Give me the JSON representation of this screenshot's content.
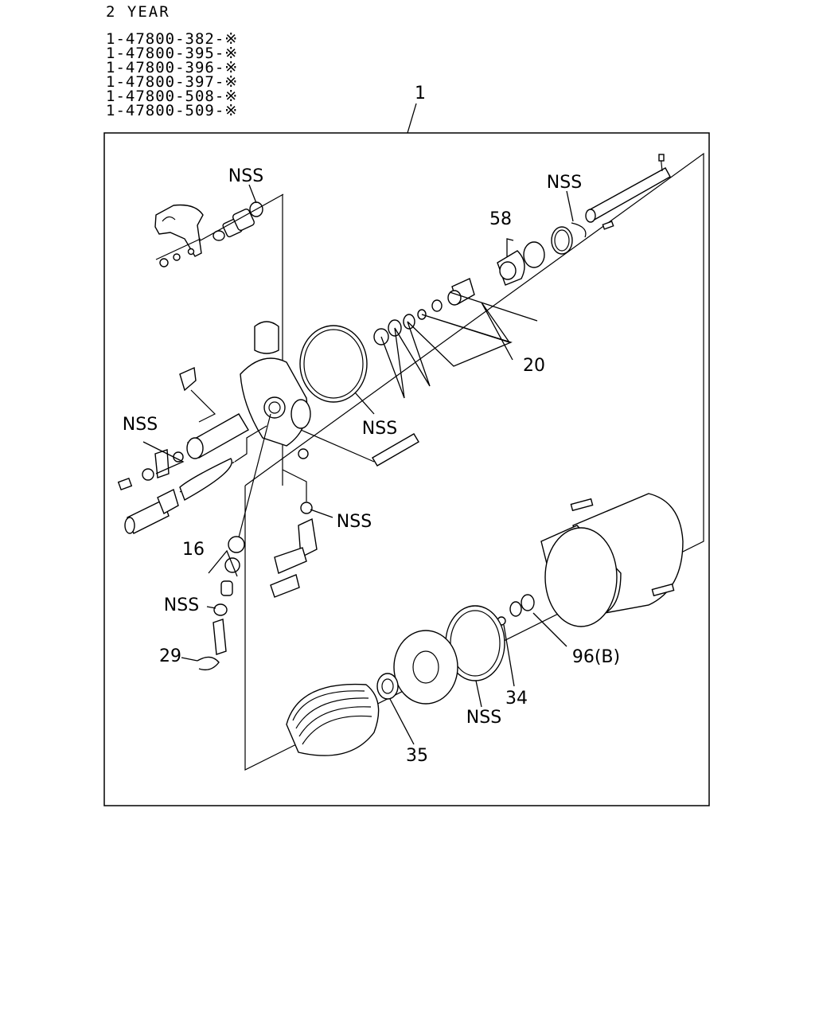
{
  "header": {
    "year": "2 YEAR",
    "part_numbers": [
      "1-47800-382-※",
      "1-47800-395-※",
      "1-47800-396-※",
      "1-47800-397-※",
      "1-47800-508-※",
      "1-47800-509-※"
    ]
  },
  "callouts": {
    "assembly": "1",
    "c_nss_top": "NSS",
    "c_nss_right": "NSS",
    "c58": "58",
    "c20": "20",
    "c_nss_oring": "NSS",
    "c_nss_left": "NSS",
    "c_nss_mid": "NSS",
    "c16": "16",
    "c_nss_low": "NSS",
    "c29": "29",
    "c96": "96(B)",
    "c34": "34",
    "c_nss_seal": "NSS",
    "c35": "35"
  }
}
